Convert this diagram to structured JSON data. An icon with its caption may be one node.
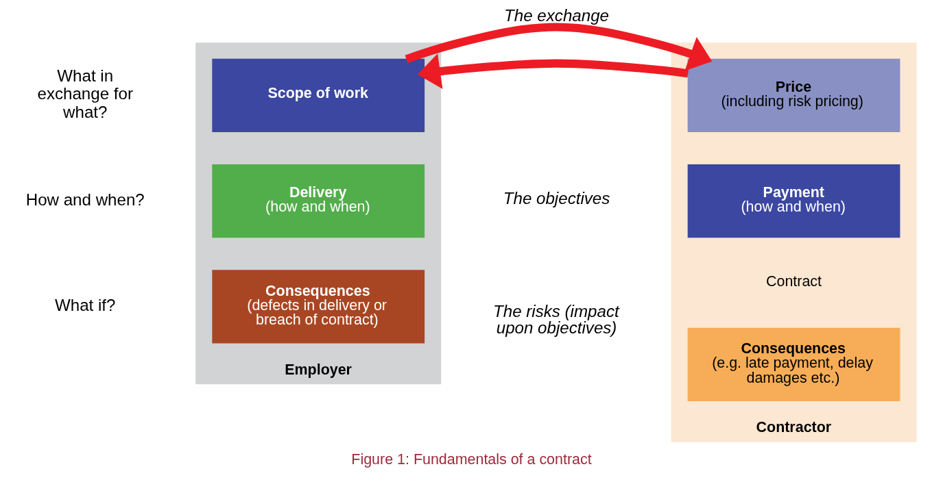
{
  "diagram": {
    "caption": "Figure 1: Fundamentals of a contract",
    "nodes": [
      {
        "text": [
          "Employer"
        ]
      },
      {
        "text": [
          "Scope of work"
        ],
        "in": 0
      },
      {
        "text": [
          "Delivery",
          "(how and when)"
        ],
        "in": 0
      },
      {
        "text": [
          "Consequences",
          "(defects in delivery or breach of contract)"
        ],
        "in": 0
      },
      {
        "text": [
          "Contractor"
        ]
      },
      {
        "text": [
          "Price",
          "(including risk pricing)"
        ],
        "in": 4
      },
      {
        "text": [
          "Payment",
          "(how and when)"
        ],
        "in": 4
      },
      {
        "text": [
          "Consequences",
          "(e.g. late payment, delay damages etc.)"
        ],
        "in": 4
      }
    ],
    "edges": [
      {
        "from": 5,
        "to": 1,
        "arrow": "to"
      },
      {
        "from": 1,
        "to": 5,
        "arrow": "to",
        "label": "The exchange"
      }
    ],
    "labels": [
      "What in exchange for what?",
      "How and when?",
      "What if?",
      "The objectives",
      "The risks (impact upon objectives)",
      "Contract"
    ]
  }
}
